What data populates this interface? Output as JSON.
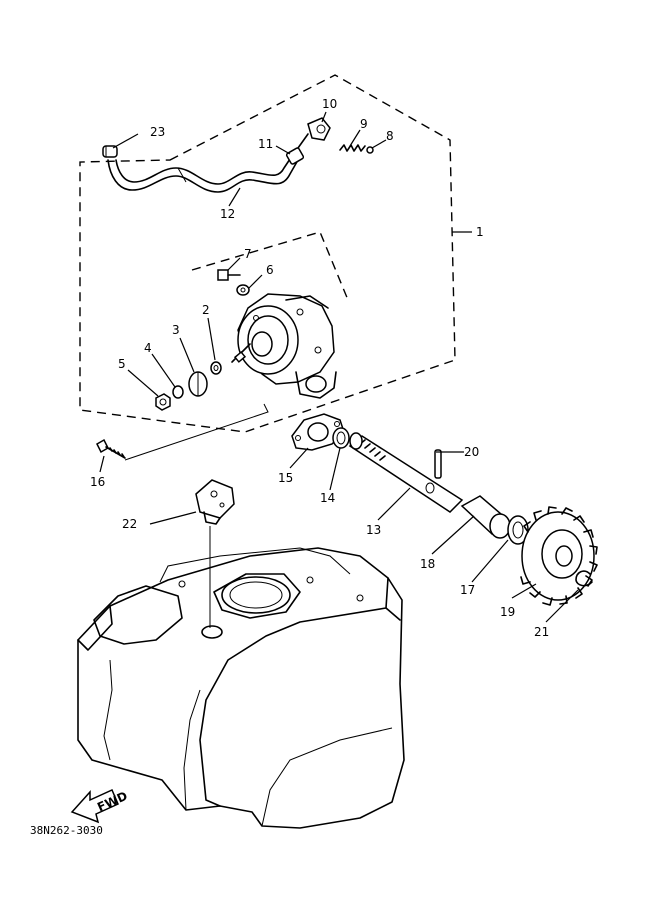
{
  "drawing_code": "38N262-3030",
  "fwd_label": "FWD",
  "callouts": [
    {
      "id": "c1",
      "text": "1"
    },
    {
      "id": "c2",
      "text": "2"
    },
    {
      "id": "c3",
      "text": "3"
    },
    {
      "id": "c4",
      "text": "4"
    },
    {
      "id": "c5",
      "text": "5"
    },
    {
      "id": "c6",
      "text": "6"
    },
    {
      "id": "c7",
      "text": "7"
    },
    {
      "id": "c8",
      "text": "8"
    },
    {
      "id": "c9",
      "text": "9"
    },
    {
      "id": "c10",
      "text": "10"
    },
    {
      "id": "c11",
      "text": "11"
    },
    {
      "id": "c12",
      "text": "12"
    },
    {
      "id": "c13",
      "text": "13"
    },
    {
      "id": "c14",
      "text": "14"
    },
    {
      "id": "c15",
      "text": "15"
    },
    {
      "id": "c16",
      "text": "16"
    },
    {
      "id": "c17",
      "text": "17"
    },
    {
      "id": "c18",
      "text": "18"
    },
    {
      "id": "c19",
      "text": "19"
    },
    {
      "id": "c20",
      "text": "20"
    },
    {
      "id": "c21",
      "text": "21"
    },
    {
      "id": "c22",
      "text": "22"
    },
    {
      "id": "c23",
      "text": "23"
    }
  ]
}
